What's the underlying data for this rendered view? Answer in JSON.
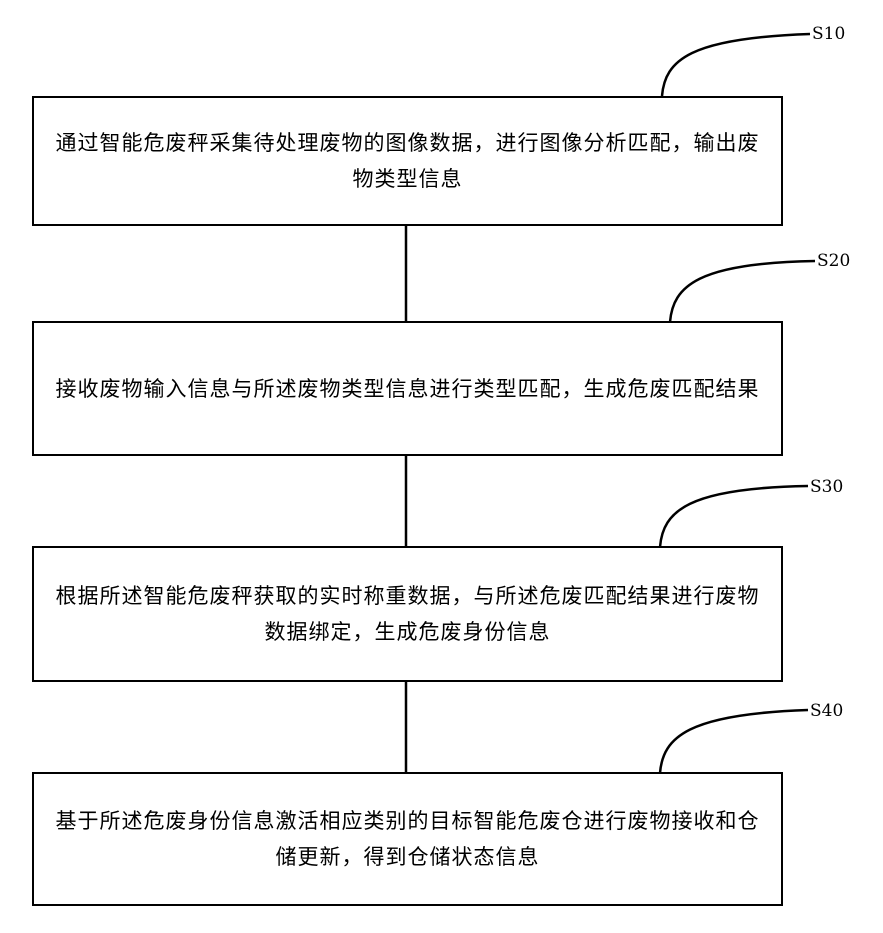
{
  "steps": [
    {
      "label": "S10",
      "text": "通过智能危废秤采集待处理废物的图像数据，进行图像分析匹配，输出废物类型信息"
    },
    {
      "label": "S20",
      "text": "接收废物输入信息与所述废物类型信息进行类型匹配，生成危废匹配结果"
    },
    {
      "label": "S30",
      "text": "根据所述智能危废秤获取的实时称重数据，与所述危废匹配结果进行废物数据绑定，生成危废身份信息"
    },
    {
      "label": "S40",
      "text": "基于所述危废身份信息激活相应类别的目标智能危废仓进行废物接收和仓储更新，得到仓储状态信息"
    }
  ],
  "colors": {
    "stroke": "#000000",
    "background": "#ffffff"
  }
}
